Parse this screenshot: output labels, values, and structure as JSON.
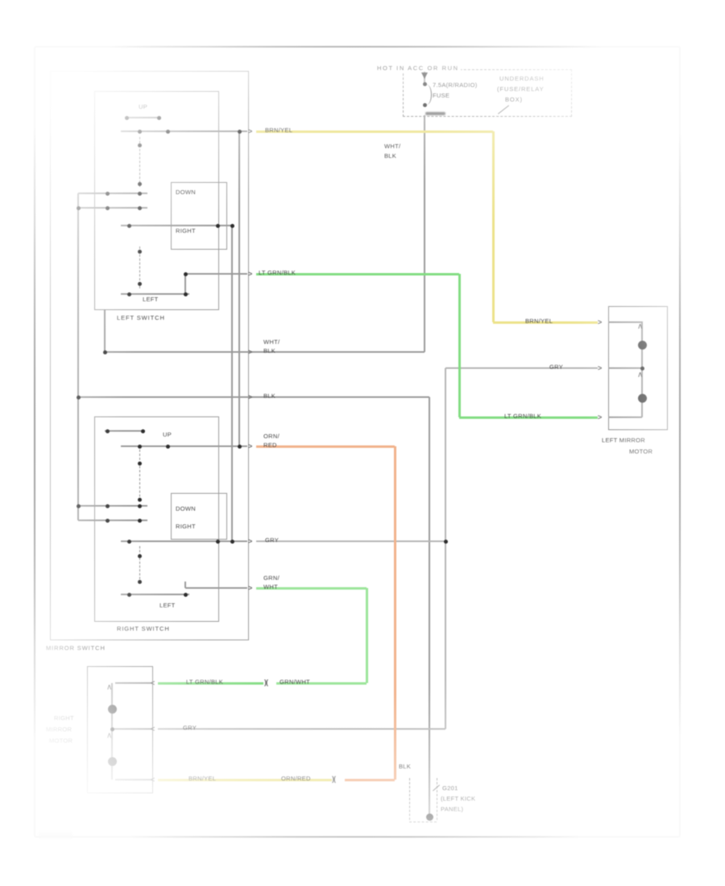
{
  "power": {
    "hot_label": "HOT IN ACC OR RUN",
    "fuse_rating": "7.5A(R/RADIO)",
    "fuse_word": "FUSE",
    "box_line1": "UNDERDASH",
    "box_line2": "(FUSE/RELAY",
    "box_line3": "BOX)",
    "feed_line1": "WHT/",
    "feed_line2": "BLK"
  },
  "switch_assembly": {
    "label": "MIRROR SWITCH",
    "left_switch_label": "LEFT SWITCH",
    "right_switch_label": "RIGHT SWITCH",
    "up": "UP",
    "down": "DOWN",
    "right": "RIGHT",
    "left": "LEFT"
  },
  "left_motor": {
    "line1": "LEFT MIRROR",
    "line2": "MOTOR"
  },
  "right_motor": {
    "line1": "RIGHT",
    "line2": "MIRROR",
    "line3": "MOTOR"
  },
  "ground": {
    "wire": "BLK",
    "code": "G201",
    "loc1": "(LEFT KICK",
    "loc2": "PANEL)"
  },
  "wires": {
    "brn_yel": "BRN/YEL",
    "lt_grn_blk": "LT GRN/BLK",
    "wht_blk_1": "WHT/",
    "wht_blk_2": "BLK",
    "blk": "BLK",
    "orn_red_1": "ORN/",
    "orn_red_2": "RED",
    "orn_red": "ORN/RED",
    "gry": "GRY",
    "grn_wht_1": "GRN/",
    "grn_wht_2": "WHT",
    "grn_wht": "GRN/WHT"
  },
  "colors": {
    "yellow": "#ece289",
    "green": "#82dc82",
    "light_green": "#9ce59a",
    "orange": "#f1b28b",
    "gray_wire": "#b4b4b4",
    "line": "#9a9a9a",
    "text": "#474747"
  }
}
